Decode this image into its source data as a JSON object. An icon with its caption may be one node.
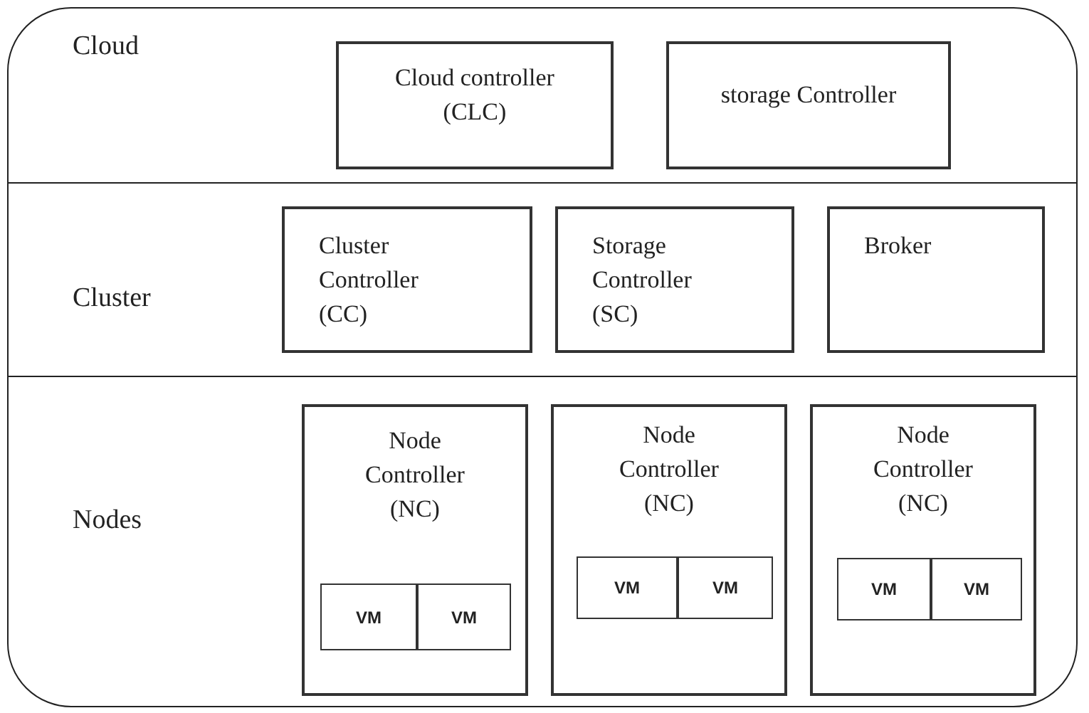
{
  "diagram": {
    "nodes": [
      {
        "text": [],
        "shape": "box"
      },
      {
        "text": [
          "Cloud"
        ],
        "in": 0
      },
      {
        "text": [
          "Cloud controller (CLC)"
        ],
        "in": 1
      },
      {
        "text": [
          "storage Controller"
        ],
        "in": 1
      },
      {
        "text": [
          "Cluster"
        ],
        "in": 0
      },
      {
        "text": [
          "Cluster Controller (CC)"
        ],
        "in": 4
      },
      {
        "text": [
          "Storage Controller (SC)"
        ],
        "in": 4
      },
      {
        "text": [
          "Broker"
        ],
        "in": 4
      },
      {
        "text": [
          "Nodes"
        ],
        "in": 0
      },
      {
        "text": [
          "Node Controller (NC)"
        ],
        "in": 8
      },
      {
        "text": [
          "VM"
        ],
        "in": 9
      },
      {
        "text": [
          "VM"
        ],
        "in": 9
      },
      {
        "text": [
          "Node Controller (NC)"
        ],
        "in": 8
      },
      {
        "text": [
          "VM"
        ],
        "in": 12
      },
      {
        "text": [
          "VM"
        ],
        "in": 12
      },
      {
        "text": [
          "Node Controller (NC)"
        ],
        "in": 8
      },
      {
        "text": [
          "VM"
        ],
        "in": 15
      },
      {
        "text": [
          "VM"
        ],
        "in": 15
      }
    ],
    "edges": []
  }
}
